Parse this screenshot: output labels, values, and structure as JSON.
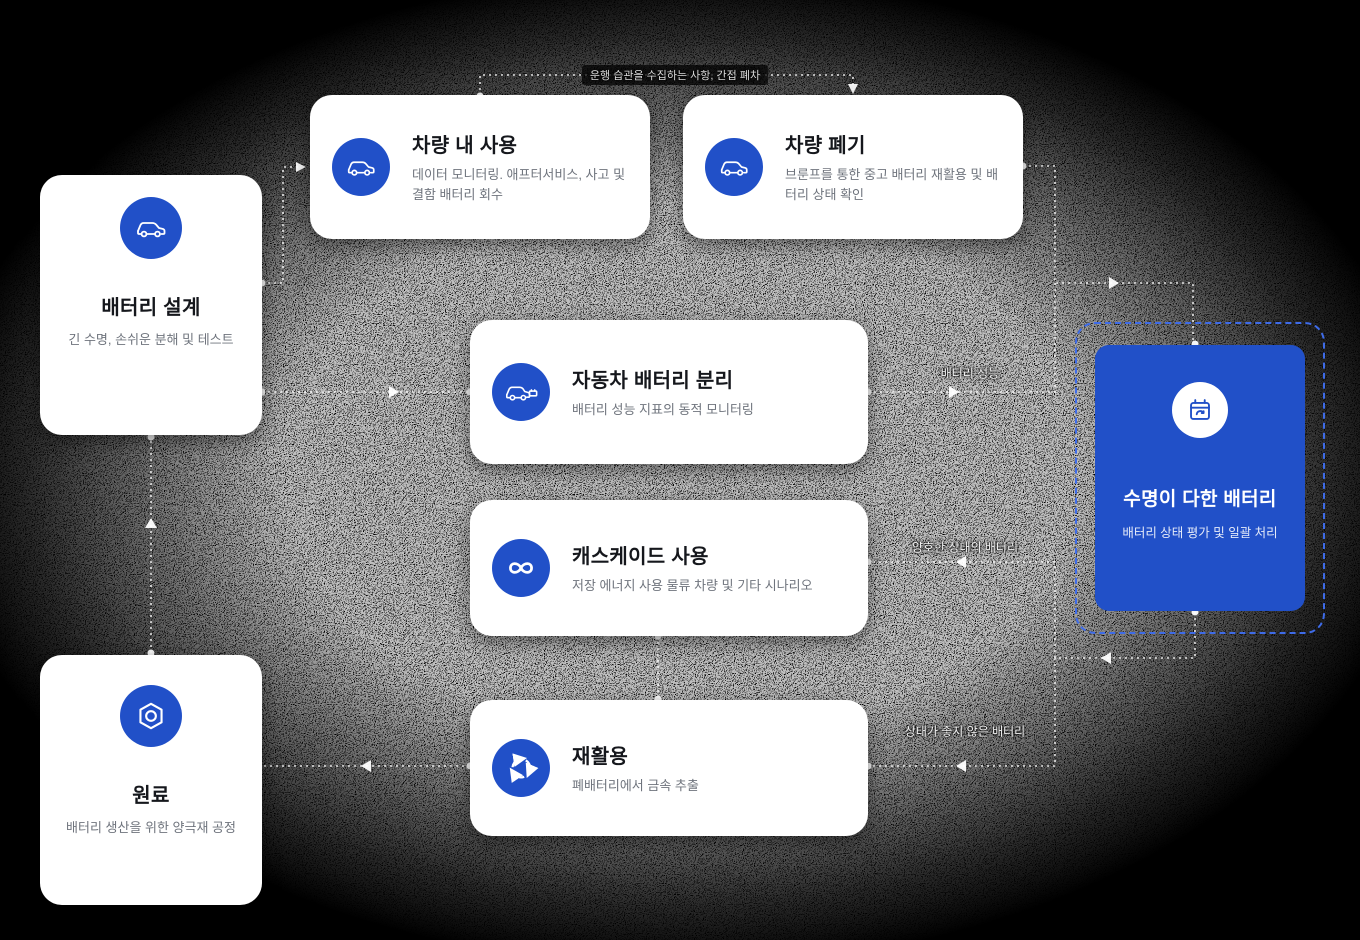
{
  "cards": {
    "battery_design": {
      "title": "배터리 설계",
      "subtitle": "긴 수명, 손쉬운 분해 및 테스트",
      "icon": "car-icon"
    },
    "in_vehicle_use": {
      "title": "차량 내 사용",
      "subtitle": "데이터 모니터링. 애프터서비스, 사고 및 결함 배터리 회수",
      "icon": "car-icon"
    },
    "vehicle_disposal": {
      "title": "차량 폐기",
      "subtitle": "브룬프를 통한 중고 배터리 재활용 및 배터리 상태 확인",
      "icon": "car-icon"
    },
    "battery_separation": {
      "title": "자동차 배터리 분리",
      "subtitle": "배터리 성능 지표의 동적 모니터링",
      "icon": "car-battery-icon"
    },
    "cascade_use": {
      "title": "캐스케이드 사용",
      "subtitle": "저장 에너지 사용 물류 차량 및 기타 시나리오",
      "icon": "infinity-icon"
    },
    "recycling": {
      "title": "재활용",
      "subtitle": "폐배터리에서 금속 추출",
      "icon": "recycle-icon"
    },
    "raw_materials": {
      "title": "원료",
      "subtitle": "배터리 생산을 위한 양극재 공정",
      "icon": "hexagon-icon"
    },
    "end_of_life": {
      "title": "수명이 다한 배터리",
      "subtitle": "배터리 상태 평가 및 일괄 처리",
      "icon": "calendar-recycle-icon"
    }
  },
  "edge_labels": {
    "top_note": "운행 습관을 수집하는 사항, 간접 폐차",
    "battery_performance": "배터리 성능",
    "good_condition": "양호한 상태의 배터리",
    "bad_condition": "상태가 좋지 않은 배터리"
  },
  "colors": {
    "accent_blue": "#2150C8",
    "dashed_border": "#3E6BE8",
    "card_bg": "#FFFFFF",
    "page_bg": "#000000",
    "subtitle_gray": "#6F747D"
  }
}
